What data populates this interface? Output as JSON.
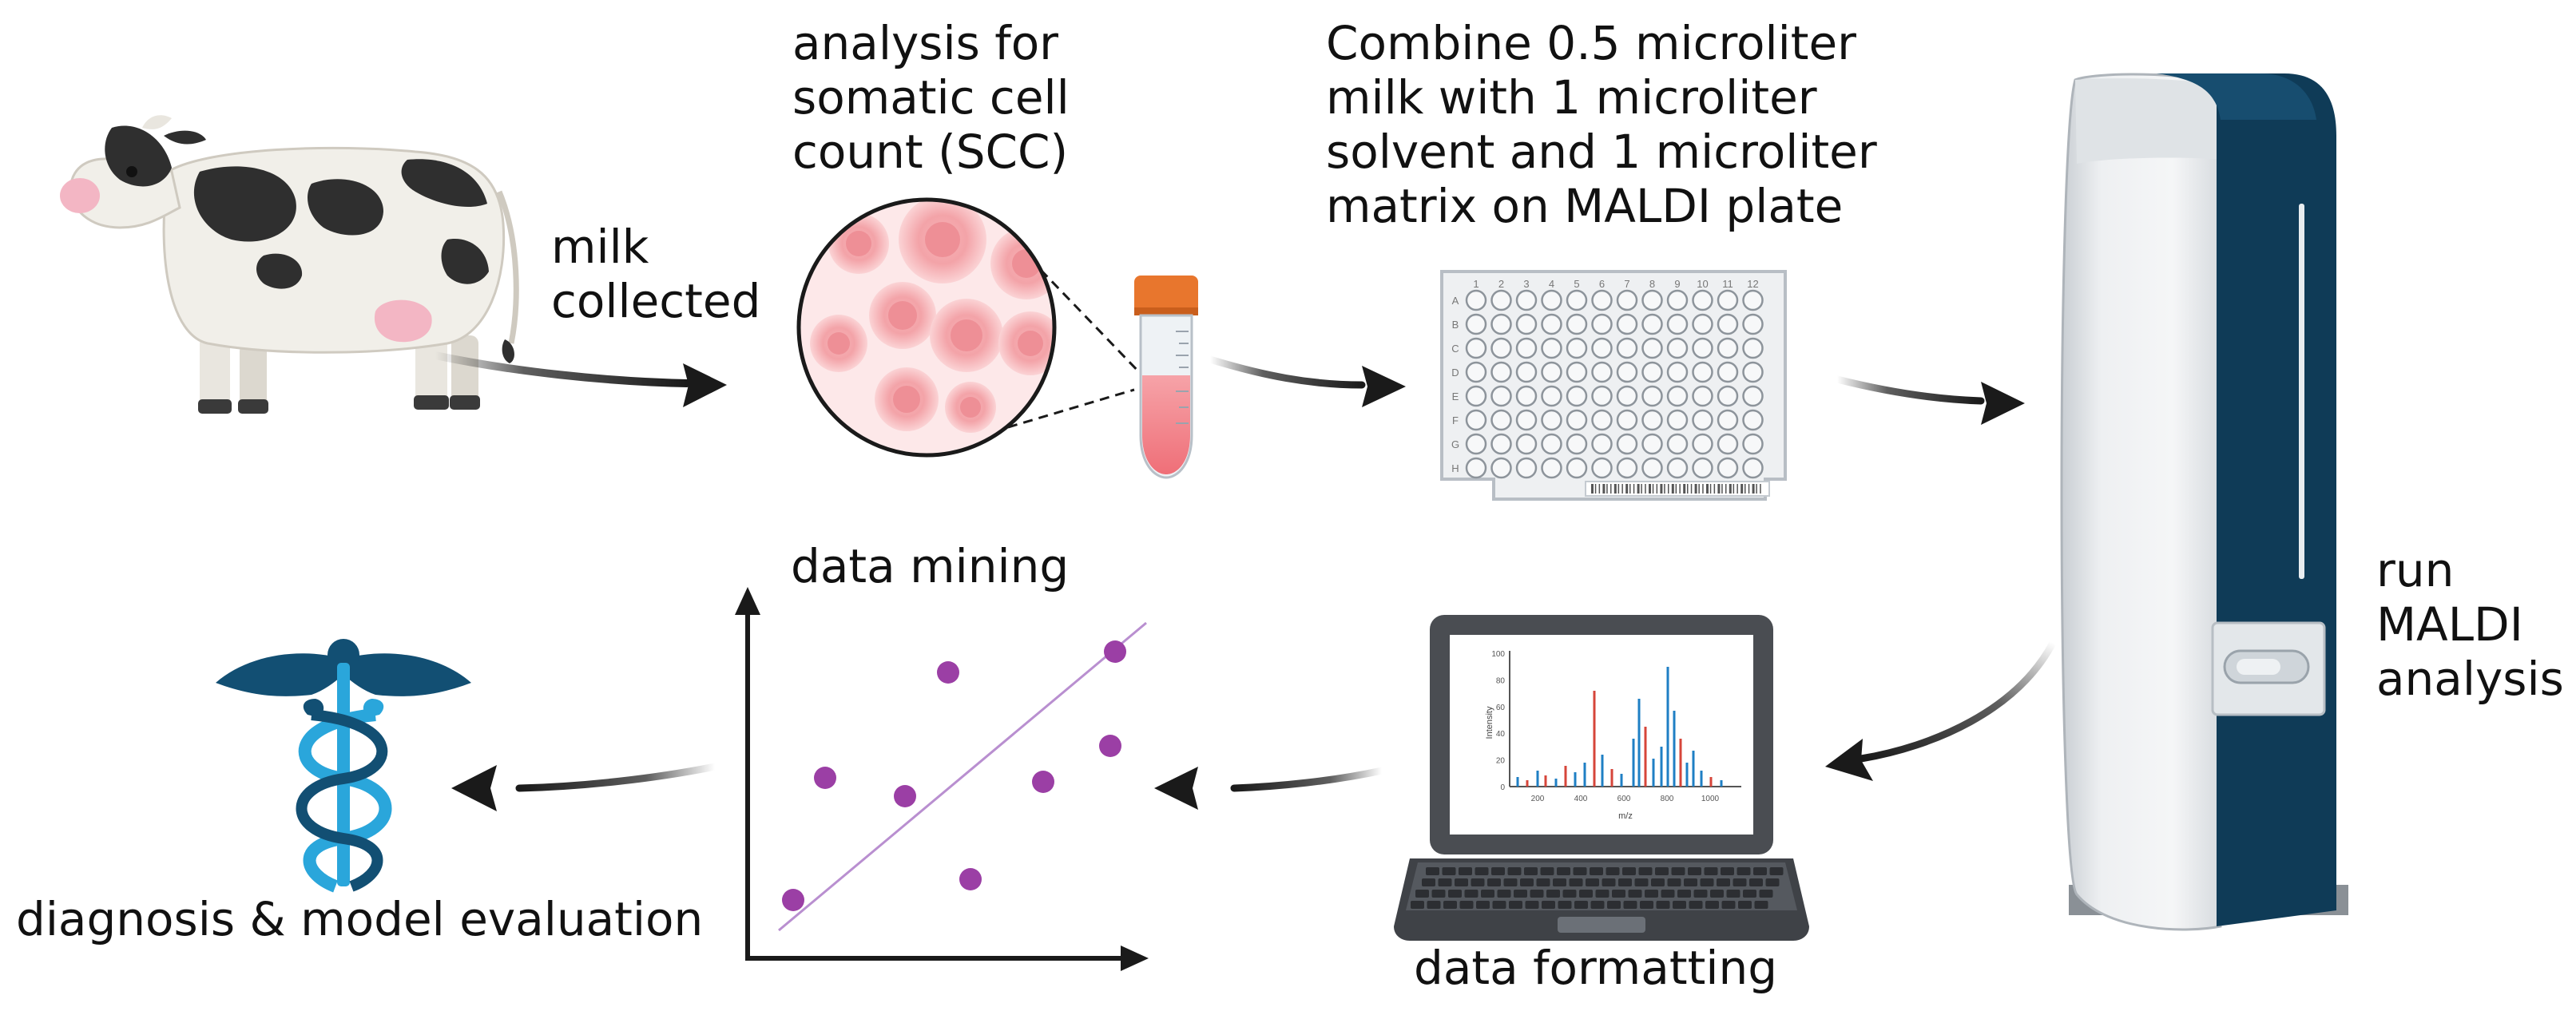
{
  "labels": {
    "milk_collected": [
      "milk",
      "collected"
    ],
    "scc_analysis": [
      "analysis for",
      "somatic cell",
      "count (SCC)"
    ],
    "combine_step": [
      "Combine 0.5 microliter",
      "milk with 1 microliter",
      "solvent and 1 microliter",
      "matrix on MALDI plate"
    ],
    "run_maldi": [
      "run",
      "MALDI",
      "analysis"
    ],
    "data_formatting": "data formatting",
    "data_mining": "data mining",
    "diagnosis": "diagnosis & model evaluation"
  },
  "plate": {
    "row_letters": [
      "A",
      "B",
      "C",
      "D",
      "E",
      "F",
      "G",
      "H"
    ],
    "col_numbers": [
      "1",
      "2",
      "3",
      "4",
      "5",
      "6",
      "7",
      "8",
      "9",
      "10",
      "11",
      "12"
    ]
  },
  "spectrum": {
    "y_axis_label": "Intensity",
    "x_axis_label": "m/z",
    "y_ticks": [
      "100",
      "80",
      "60",
      "40",
      "20",
      "0"
    ],
    "x_ticks": [
      "200",
      "400",
      "600",
      "800",
      "1000"
    ]
  },
  "colors": {
    "arrow": "#1a1a1a",
    "maldi_accent": "#0f3b57",
    "tube_cap": "#e8762d",
    "sample_pink": "#f07f86",
    "scatter_point": "#9b3fa5",
    "regression_line": "#b98fd0",
    "caduceus_dark": "#124f73",
    "caduceus_light": "#2aa6db",
    "spectrum_blue": "#1f7fc4",
    "spectrum_red": "#d6453a"
  },
  "icons": [
    "cow-icon",
    "microscope-magnifier-icon",
    "sample-tube-icon",
    "maldi-plate-icon",
    "maldi-instrument-icon",
    "laptop-icon",
    "scatter-plot-icon",
    "caduceus-icon"
  ]
}
